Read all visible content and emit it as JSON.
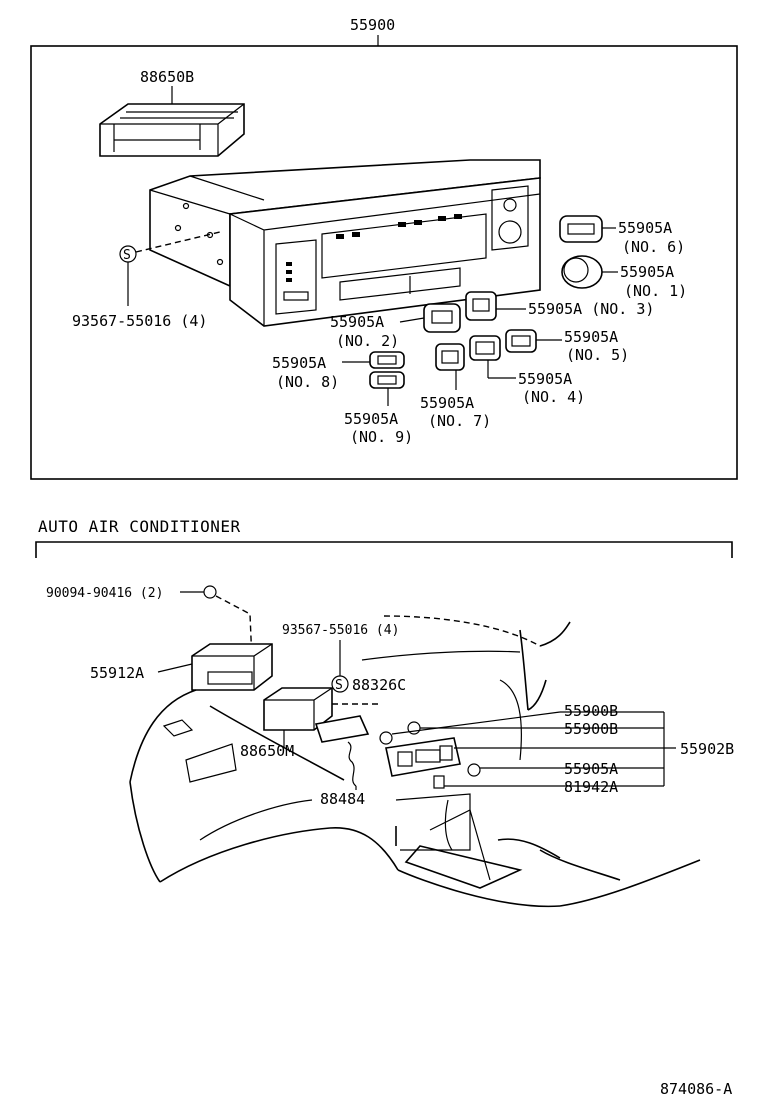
{
  "top_assembly": {
    "main_part": "55900",
    "box_parts": {
      "cover": "88650B",
      "screw": "93567-55016 (4)"
    },
    "knobs": [
      {
        "part": "55905A",
        "no": "(NO. 6)"
      },
      {
        "part": "55905A",
        "no": "(NO. 1)"
      },
      {
        "part": "55905A (NO. 3)",
        "no": ""
      },
      {
        "part": "55905A",
        "no": "(NO. 2)"
      },
      {
        "part": "55905A",
        "no": "(NO. 5)"
      },
      {
        "part": "55905A",
        "no": "(NO. 8)"
      },
      {
        "part": "55905A",
        "no": "(NO. 4)"
      },
      {
        "part": "55905A",
        "no": "(NO. 7)"
      },
      {
        "part": "55905A",
        "no": "(NO. 9)"
      }
    ]
  },
  "bottom_section": {
    "heading": "AUTO AIR CONDITIONER",
    "labels": {
      "bolt": "90094-90416 (2)",
      "screw": "93567-55016 (4)",
      "bracket": "55912A",
      "clip": "88326C",
      "box": "88650M",
      "harness": "88484",
      "cap_1": "55900B",
      "cap_2": "55900B",
      "panel": "55902B",
      "knob": "55905A",
      "switch": "81942A"
    }
  },
  "footer": {
    "drawing_no": "874086-A"
  }
}
